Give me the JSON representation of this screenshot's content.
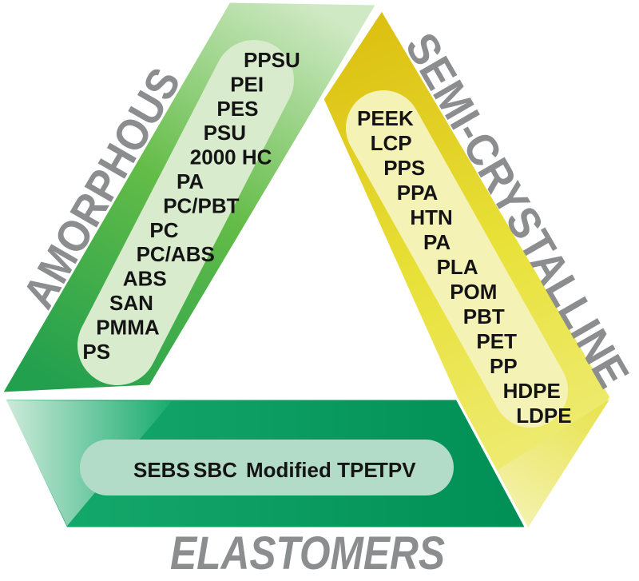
{
  "diagram": {
    "name": "Polymer classification triangle",
    "background_color": "#ffffff",
    "title_color": "#8b8d8f",
    "material_text_color": "#141414",
    "edge_gap_color": "#ffffff",
    "bands": {
      "amorphous": {
        "title": "AMORPHOUS",
        "materials": [
          "PPSU",
          "PEI",
          "PES",
          "PSU",
          "2000 HC",
          "PA",
          "PC/PBT",
          "PC",
          "PC/ABS",
          "ABS",
          "SAN",
          "PMMA",
          "PS"
        ],
        "color_top": "#cfe9c4",
        "color_mid": "#63bc47",
        "color_bottom": "#23a04e",
        "capsule_color": "#d8ebcd"
      },
      "semi_crystalline": {
        "title": "SEMI-CRYSTALLINE",
        "materials": [
          "PEEK",
          "LCP",
          "PPS",
          "PPA",
          "HTN",
          "PA",
          "PLA",
          "POM",
          "PBT",
          "PET",
          "PP",
          "HDPE",
          "LDPE"
        ],
        "color_top": "#dcbf10",
        "color_mid": "#e8e138",
        "color_bottom": "#eeeb72",
        "fold_color_near": "#e7e249",
        "fold_color_tip": "#f4f2ae",
        "capsule_color": "#f5f2b6"
      },
      "elastomers": {
        "title": "ELASTOMERS",
        "materials": [
          "SEBS",
          "SBC",
          "Modified TPE",
          "TPV"
        ],
        "color_left": "#17ab6e",
        "color_right": "#008f55",
        "fold_color_tip": "#cdeada",
        "capsule_color": "#b2dcc8"
      }
    }
  }
}
